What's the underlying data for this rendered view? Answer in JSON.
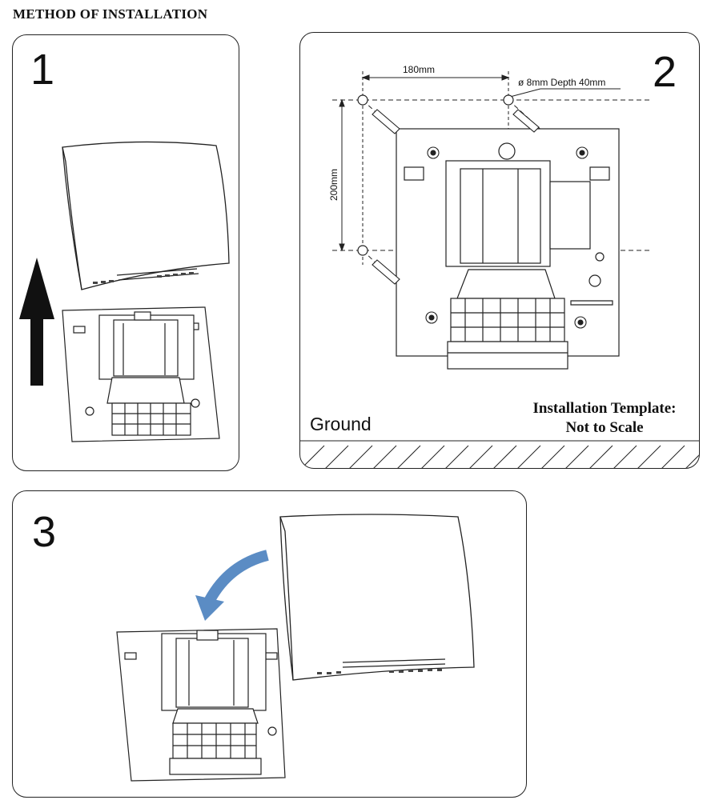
{
  "heading": "METHOD OF INSTALLATION",
  "steps": [
    {
      "number": "1"
    },
    {
      "number": "2"
    },
    {
      "number": "3"
    }
  ],
  "template": {
    "width_label": "180mm",
    "height_label": "200mm",
    "hole_label": "ø 8mm  Depth 40mm",
    "ground_label": "Ground",
    "note_line1": "Installation Template:",
    "note_line2": "Not to Scale"
  },
  "colors": {
    "stroke": "#222222",
    "arrow_blue": "#5b8cc4",
    "up_arrow": "#111111"
  }
}
